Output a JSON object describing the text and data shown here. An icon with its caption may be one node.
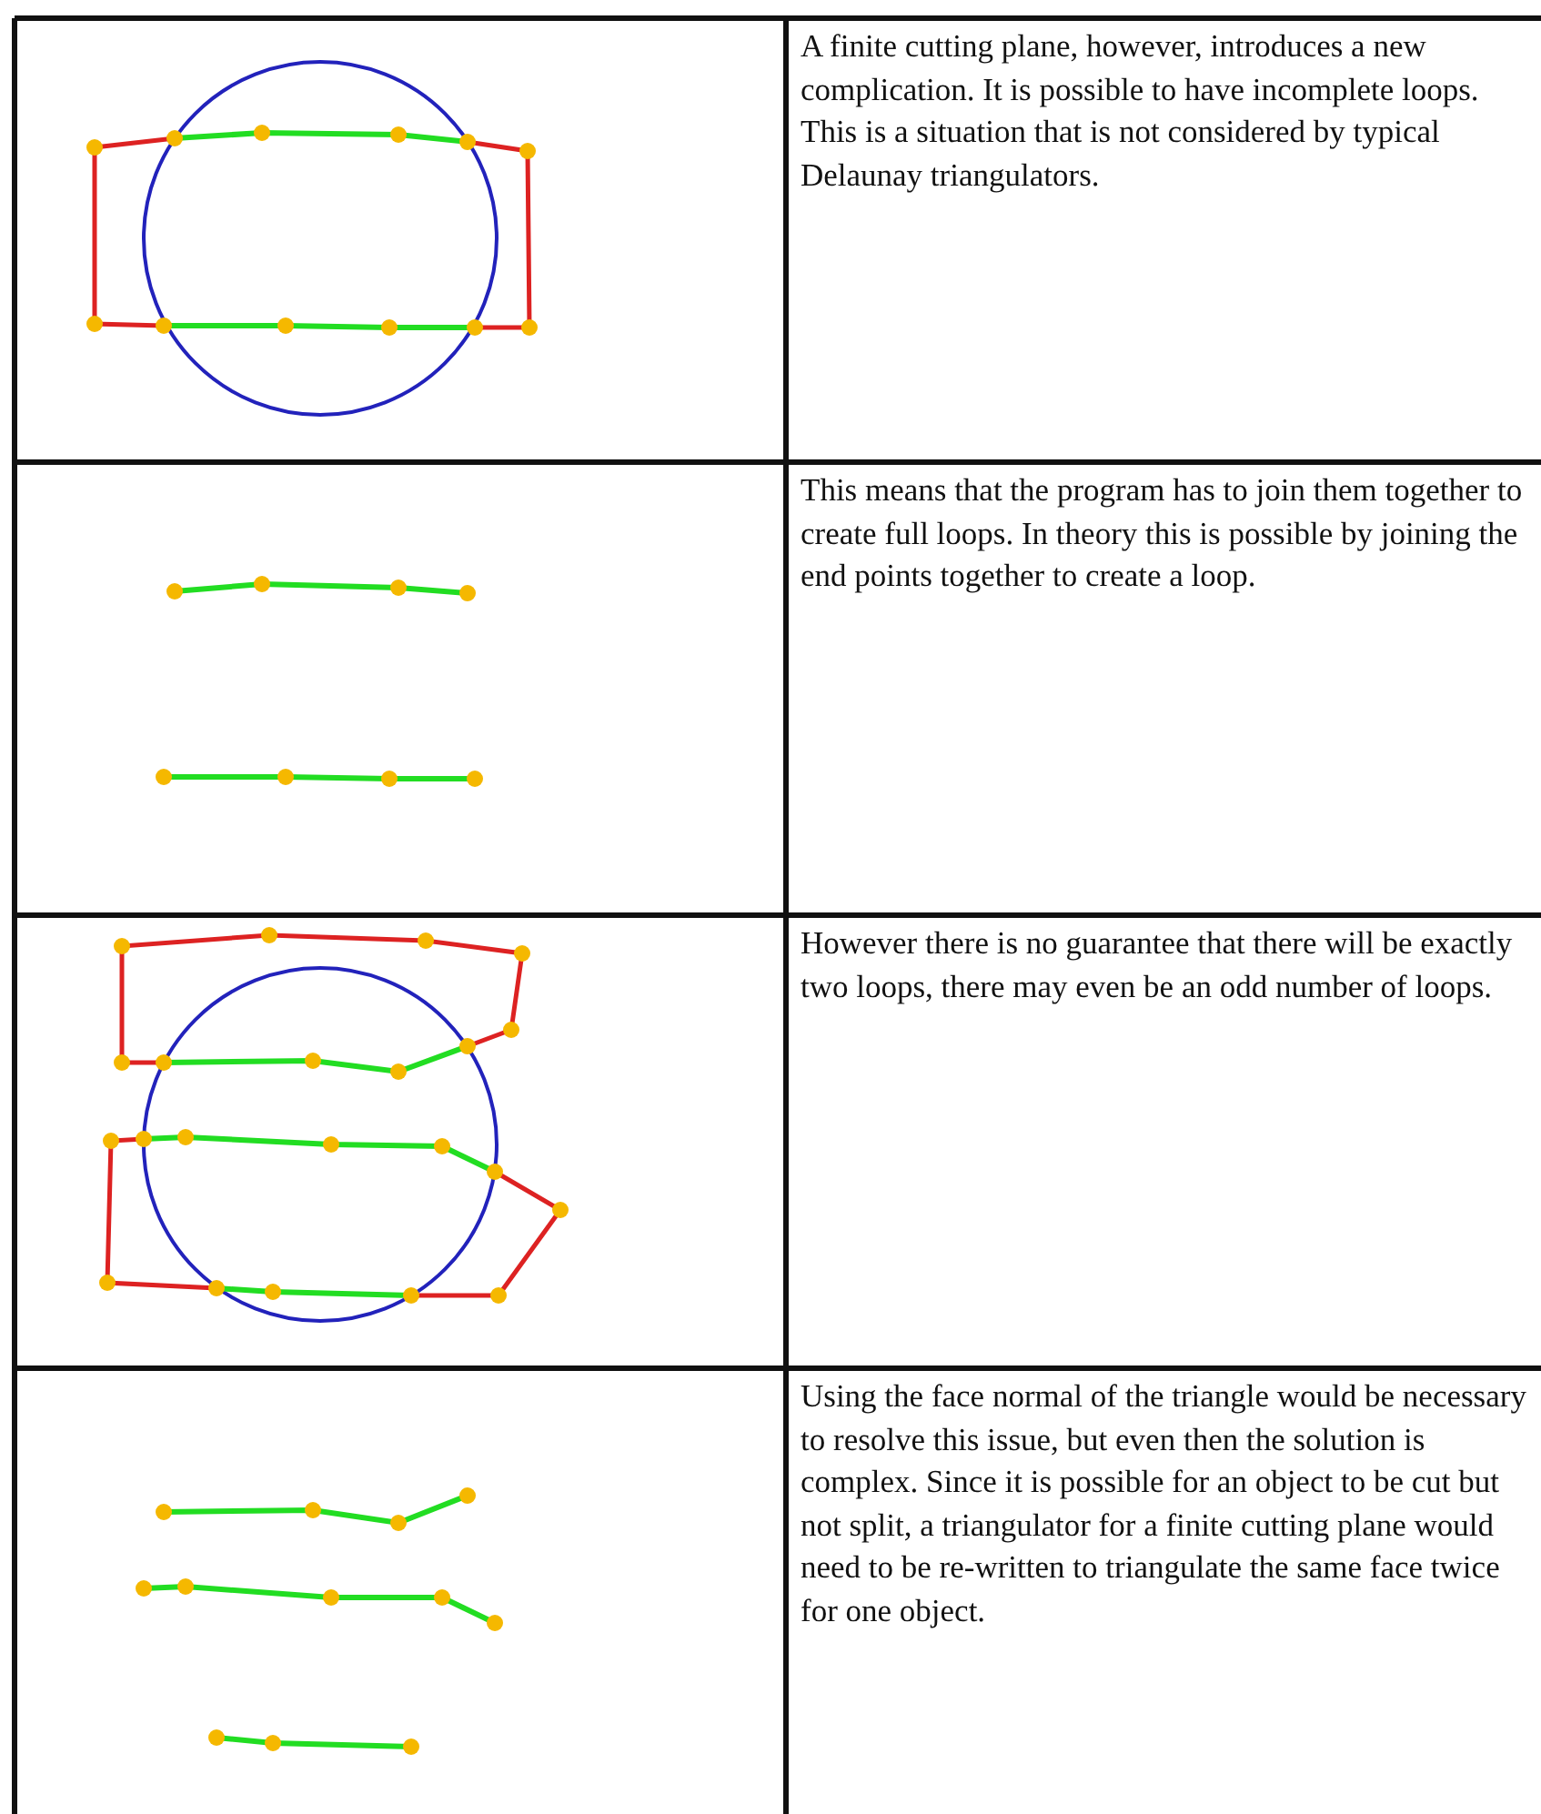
{
  "diagram": {
    "labels": [
      "A finite cutting plane, however, introduces a new complication. It is possible to have incomplete loops. This is a situation that is not considered by typical Delaunay triangulators.",
      "This means that the program has to join them together to create full loops. In theory this is possible by joining the end points together to create a loop.",
      "However there is no guarantee that there will be exactly two loops, there may even be an odd number of loops.",
      "Using the face normal of the triangle would be necessary to resolve this issue, but even then the solution is complex. Since it is possible for an object to be cut but not split, a triangulator for a finite cutting plane would need to be re-written to triangulate the same face twice for one object."
    ]
  }
}
